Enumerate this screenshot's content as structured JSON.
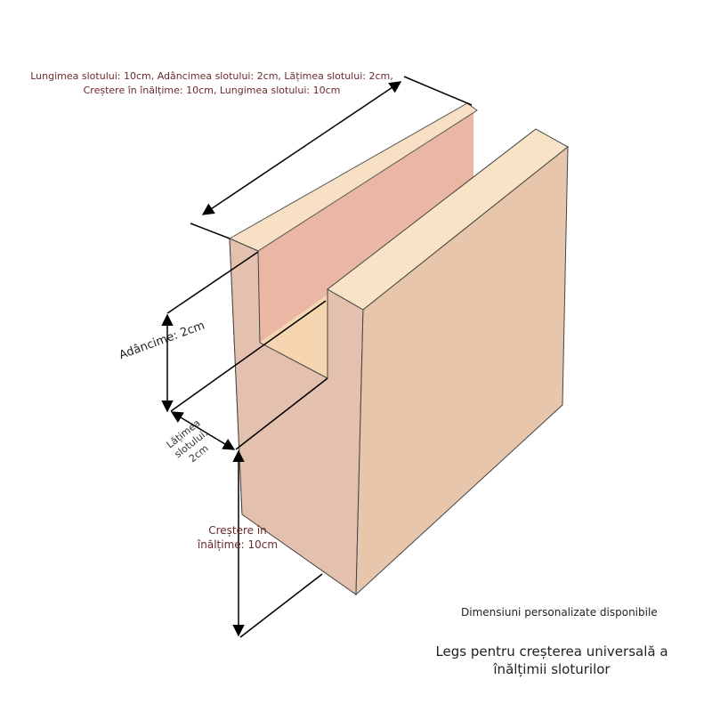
{
  "annotations": {
    "dimensions_summary": "Lungimea slotului: 10cm, Adâncimea slotului: 2cm, Lățimea slotului: 2cm, Creștere în înălțime: 10cm, Lungimea slotului: 10cm",
    "depth_label": "Adâncime: 2cm",
    "slot_width_label": "Lățimea slotului: 2cm",
    "height_label": "Creștere în înălțime: 10cm"
  },
  "captions": {
    "custom_sizes": "Dimensiuni personalizate disponibile",
    "product_title": "Legs pentru creșterea universală a înălțimii sloturilor"
  },
  "colors": {
    "wood_face": "#e6bfa6",
    "wood_top": "#f7dcc0",
    "label_red": "#6b2a2a"
  }
}
